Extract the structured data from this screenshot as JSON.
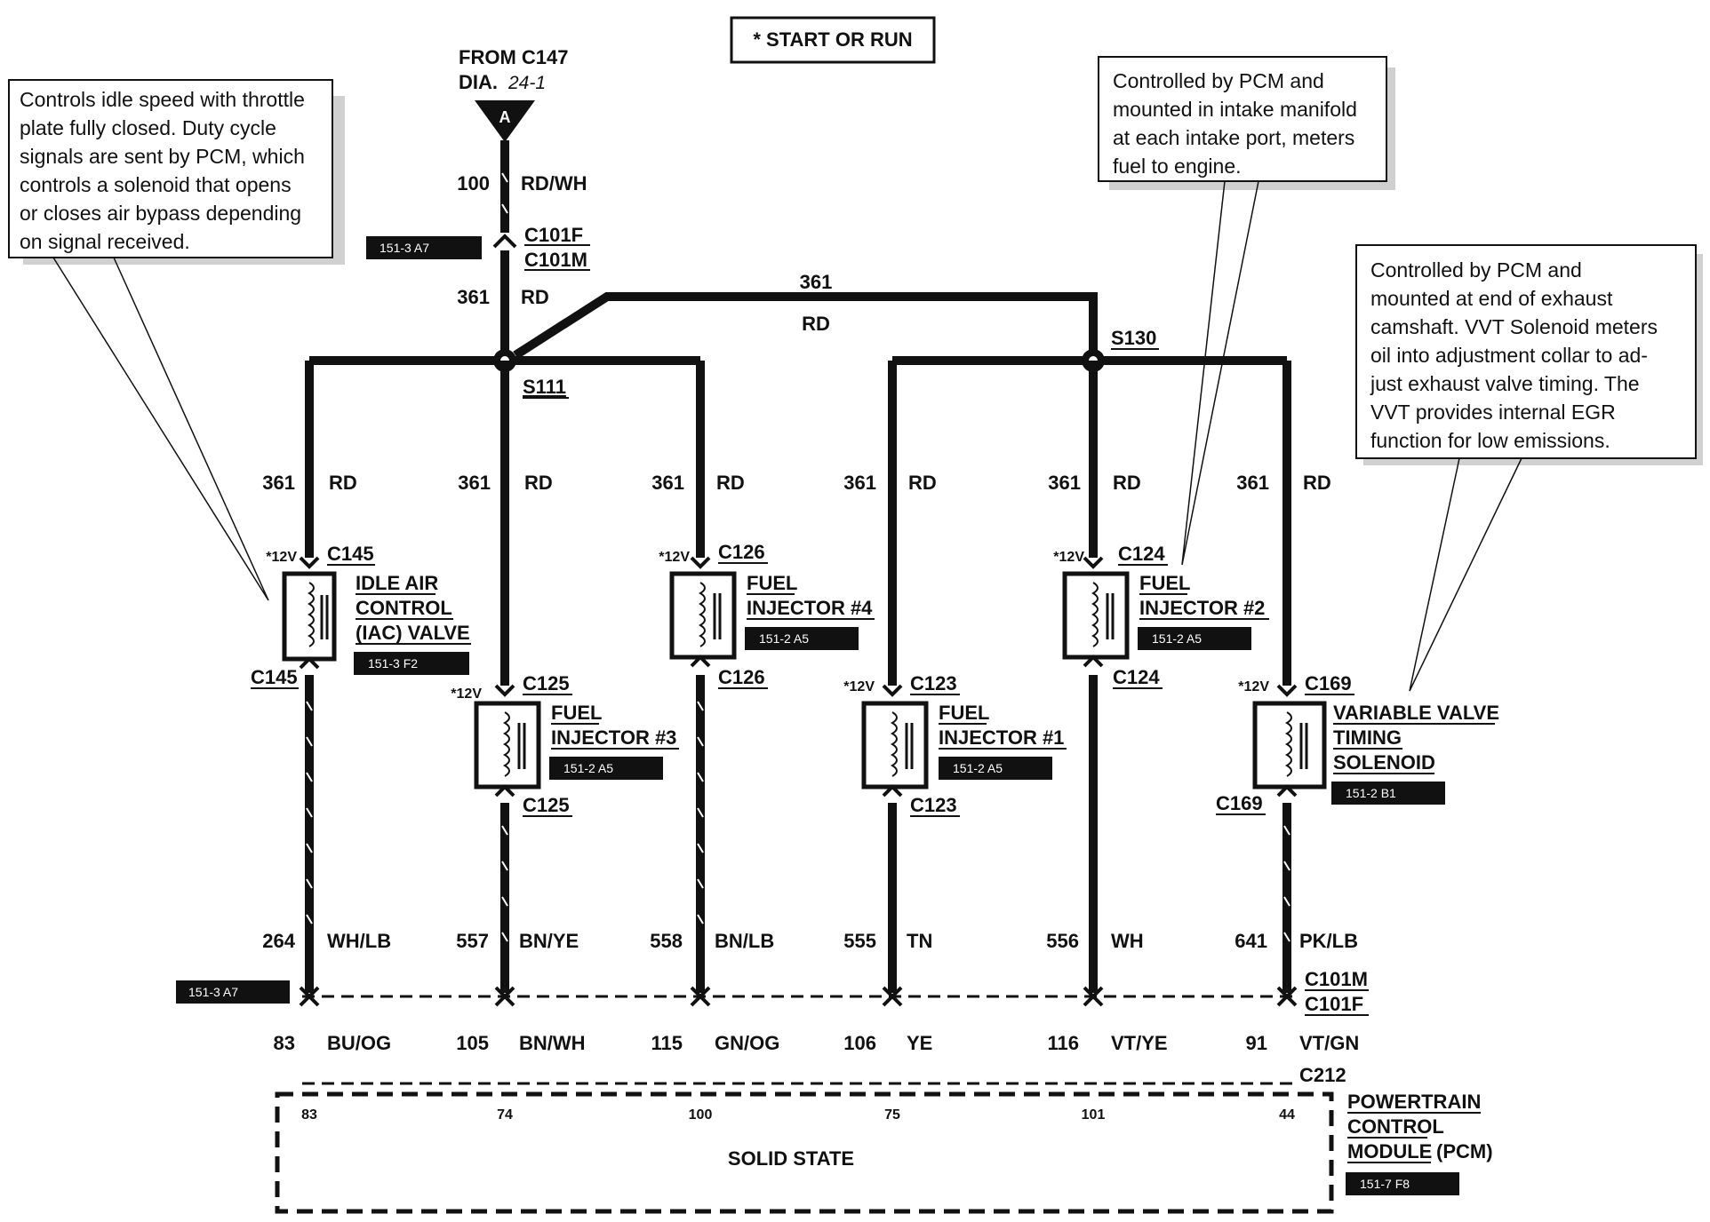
{
  "header": {
    "start_run": "* START OR RUN"
  },
  "source": {
    "from": "FROM C147",
    "dia": "DIA.",
    "dia_ref": "24-1",
    "letter": "A"
  },
  "feed": {
    "wire_top_circuit": "100",
    "wire_top_color": "RD/WH",
    "connector_f": "C101F",
    "connector_m": "C101M",
    "ref": "151-3 A7",
    "wire_circuit": "361",
    "wire_color": "RD",
    "crossover_circuit": "361",
    "crossover_color": "RD",
    "splice_left": "S111",
    "splice_right": "S130"
  },
  "notes": {
    "iac": [
      "Controls idle speed with throttle",
      "plate fully closed. Duty cycle",
      "signals are sent by PCM, which",
      "controls a solenoid that opens",
      "or closes air bypass depending",
      "on signal received."
    ],
    "injector": [
      "Controlled by PCM and",
      "mounted in intake manifold",
      "at each intake port, meters",
      "fuel to engine."
    ],
    "vvt": [
      "Controlled by PCM and",
      "mounted at end of exhaust",
      "camshaft. VVT Solenoid meters",
      "oil into adjustment collar to ad-",
      "just exhaust valve timing. The",
      "VVT provides internal EGR",
      "function for low emissions."
    ]
  },
  "columns": [
    {
      "supply_circuit": "361",
      "supply_color": "RD",
      "voltage": "*12V",
      "connector": "C145",
      "component": [
        "IDLE AIR",
        "CONTROL",
        "(IAC) VALVE"
      ],
      "ref": "151-3 F2",
      "out_circuit": "264",
      "out_color": "WH/LB",
      "pcm_circuit": "83",
      "pcm_color": "BU/OG",
      "pin": "83"
    },
    {
      "supply_circuit": "361",
      "supply_color": "RD",
      "voltage": "*12V",
      "connector": "C125",
      "component": [
        "FUEL",
        "INJECTOR #3"
      ],
      "ref": "151-2 A5",
      "out_circuit": "557",
      "out_color": "BN/YE",
      "pcm_circuit": "105",
      "pcm_color": "BN/WH",
      "pin": "74"
    },
    {
      "supply_circuit": "361",
      "supply_color": "RD",
      "voltage": "*12V",
      "connector": "C126",
      "component": [
        "FUEL",
        "INJECTOR #4"
      ],
      "ref": "151-2 A5",
      "out_circuit": "558",
      "out_color": "BN/LB",
      "pcm_circuit": "115",
      "pcm_color": "GN/OG",
      "pin": "100"
    },
    {
      "supply_circuit": "361",
      "supply_color": "RD",
      "voltage": "*12V",
      "connector": "C123",
      "component": [
        "FUEL",
        "INJECTOR #1"
      ],
      "ref": "151-2 A5",
      "out_circuit": "555",
      "out_color": "TN",
      "pcm_circuit": "106",
      "pcm_color": "YE",
      "pin": "75"
    },
    {
      "supply_circuit": "361",
      "supply_color": "RD",
      "voltage": "*12V",
      "connector": "C124",
      "component": [
        "FUEL",
        "INJECTOR #2"
      ],
      "ref": "151-2 A5",
      "out_circuit": "556",
      "out_color": "WH",
      "pcm_circuit": "116",
      "pcm_color": "VT/YE",
      "pin": "101"
    },
    {
      "supply_circuit": "361",
      "supply_color": "RD",
      "voltage": "*12V",
      "connector": "C169",
      "component": [
        "VARIABLE VALVE",
        "TIMING",
        "SOLENOID"
      ],
      "ref": "151-2 B1",
      "out_circuit": "641",
      "out_color": "PK/LB",
      "pcm_circuit": "91",
      "pcm_color": "VT/GN",
      "pin": "44"
    }
  ],
  "inline": {
    "ref": "151-3 A7",
    "connector_m": "C101M",
    "connector_f": "C101F",
    "pcm_connector": "C212"
  },
  "pcm": {
    "name": [
      "POWERTRAIN",
      "CONTROL",
      "MODULE"
    ],
    "suffix": "(PCM)",
    "body": "SOLID STATE",
    "ref": "151-7 F8"
  }
}
